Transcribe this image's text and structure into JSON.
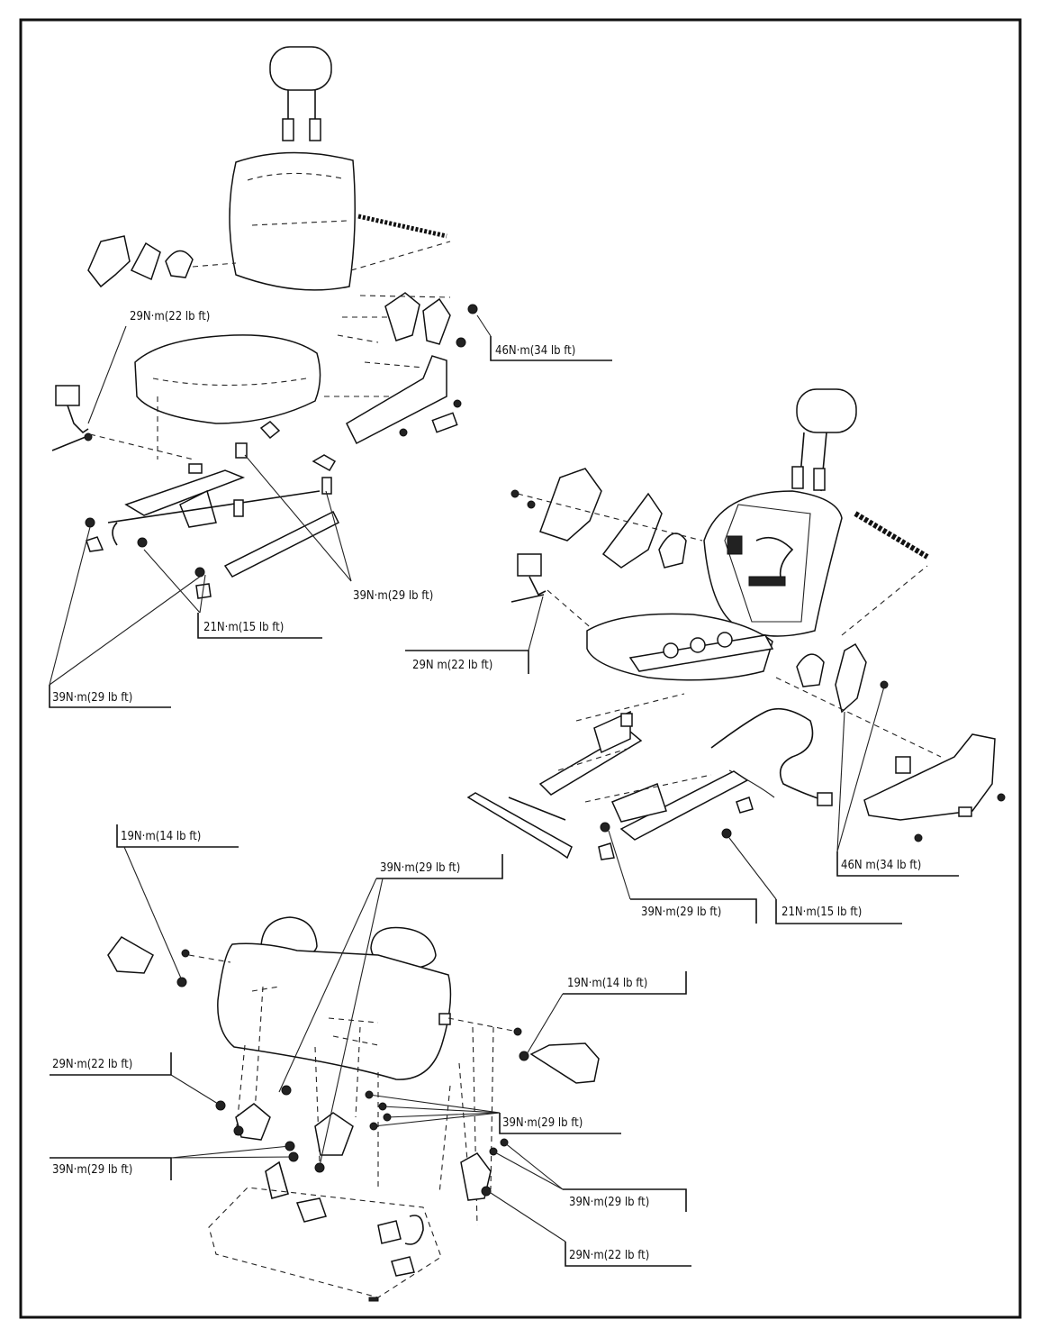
{
  "callouts": [
    {
      "id": "c1",
      "text": "29N·m(22 lb ft)"
    },
    {
      "id": "c2",
      "text": "46N·m(34 lb ft)"
    },
    {
      "id": "c3",
      "text": "39N·m(29 lb ft)"
    },
    {
      "id": "c4",
      "text": "21N·m(15 lb ft)"
    },
    {
      "id": "c5",
      "text": "39N·m(29 lb ft)"
    },
    {
      "id": "c6",
      "text": "29N m(22 lb ft)"
    },
    {
      "id": "c7",
      "text": "46N m(34 lb ft)"
    },
    {
      "id": "c8",
      "text": "39N·m(29 lb ft)"
    },
    {
      "id": "c9",
      "text": "21N·m(15 lb ft)"
    },
    {
      "id": "c10",
      "text": "19N·m(14 lb ft)"
    },
    {
      "id": "c11",
      "text": "39N·m(29 lb ft)"
    },
    {
      "id": "c12",
      "text": "19N·m(14 lb ft)"
    },
    {
      "id": "c13",
      "text": "29N·m(22 lb ft)"
    },
    {
      "id": "c14",
      "text": "39N·m(29 lb ft)"
    },
    {
      "id": "c15",
      "text": "39N·m(29 lb ft)"
    },
    {
      "id": "c16",
      "text": "39N·m(29 lb ft)"
    },
    {
      "id": "c17",
      "text": "29N·m(22 lb ft)"
    }
  ]
}
